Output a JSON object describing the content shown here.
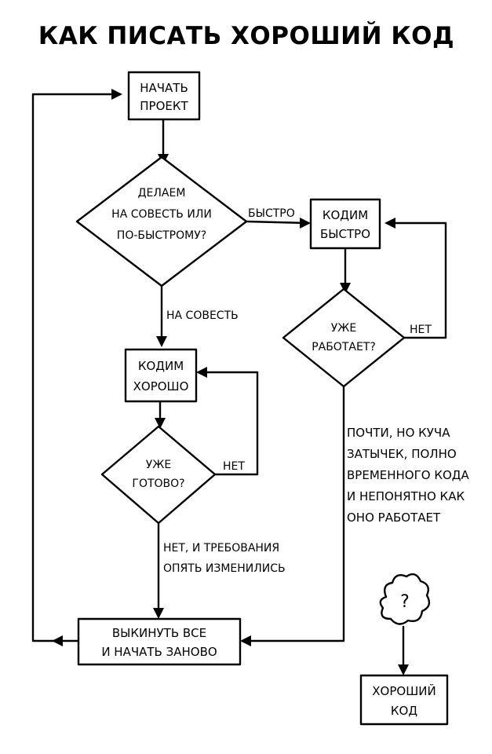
{
  "title": "КАК ПИСАТЬ ХОРОШИЙ КОД",
  "nodes": {
    "start": [
      "НАЧАТЬ",
      "ПРОЕКТ"
    ],
    "decide": [
      "ДЕЛАЕМ",
      "НА СОВЕСТЬ ИЛИ",
      "ПО-БЫСТРОМУ?"
    ],
    "code_fast": [
      "КОДИМ",
      "БЫСТРО"
    ],
    "works": [
      "УЖЕ",
      "РАБОТАЕТ?"
    ],
    "code_good": [
      "КОДИМ",
      "ХОРОШО"
    ],
    "ready": [
      "УЖЕ",
      "ГОТОВО?"
    ],
    "restart": [
      "ВЫКИНУТЬ ВСЕ",
      "И НАЧАТЬ ЗАНОВО"
    ],
    "mystery": "?",
    "good_code": [
      "ХОРОШИЙ",
      "КОД"
    ]
  },
  "edges": {
    "fast": "БЫСТРО",
    "properly": "НА СОВЕСТЬ",
    "works_no": "НЕТ",
    "ready_no": "НЕТ",
    "requirements": [
      "НЕТ, И ТРЕБОВАНИЯ",
      "ОПЯТЬ ИЗМЕНИЛИСЬ"
    ],
    "almost": [
      "ПОЧТИ, НО КУЧА",
      "ЗАТЫЧЕК, ПОЛНО",
      "ВРЕМЕННОГО КОДА",
      "И НЕПОНЯТНО КАК",
      "ОНО РАБОТАЕТ"
    ]
  }
}
